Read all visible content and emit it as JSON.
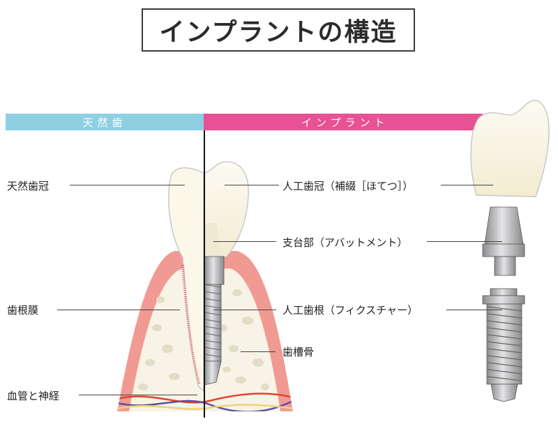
{
  "title": "インプラントの構造",
  "bands": {
    "natural": {
      "label": "天然歯",
      "color": "#8ed0e2"
    },
    "implant": {
      "label": "インプラント",
      "color": "#e85194"
    }
  },
  "labels_left": [
    {
      "id": "natural-crown",
      "text": "天然歯冠"
    },
    {
      "id": "periodontal-ligament",
      "text": "歯根膜"
    },
    {
      "id": "vessels-nerves",
      "text": "血管と神経"
    }
  ],
  "labels_right": [
    {
      "id": "artificial-crown",
      "text": "人工歯冠（補綴［ほてつ］）"
    },
    {
      "id": "abutment",
      "text": "支台部（アバットメント）"
    },
    {
      "id": "fixture",
      "text": "人工歯根（フィクスチャー）"
    },
    {
      "id": "alveolar-bone",
      "text": "歯槽骨"
    }
  ],
  "colors": {
    "gum": "#f09a93",
    "bone": "#f7f3e6",
    "bone_spots": "#e3dcc6",
    "tooth": "#fbf8ea",
    "metal": "#b9b9bb",
    "blood_red": "#e0442e",
    "blood_blue": "#5b4fa3",
    "nerve": "#f0d27a"
  }
}
